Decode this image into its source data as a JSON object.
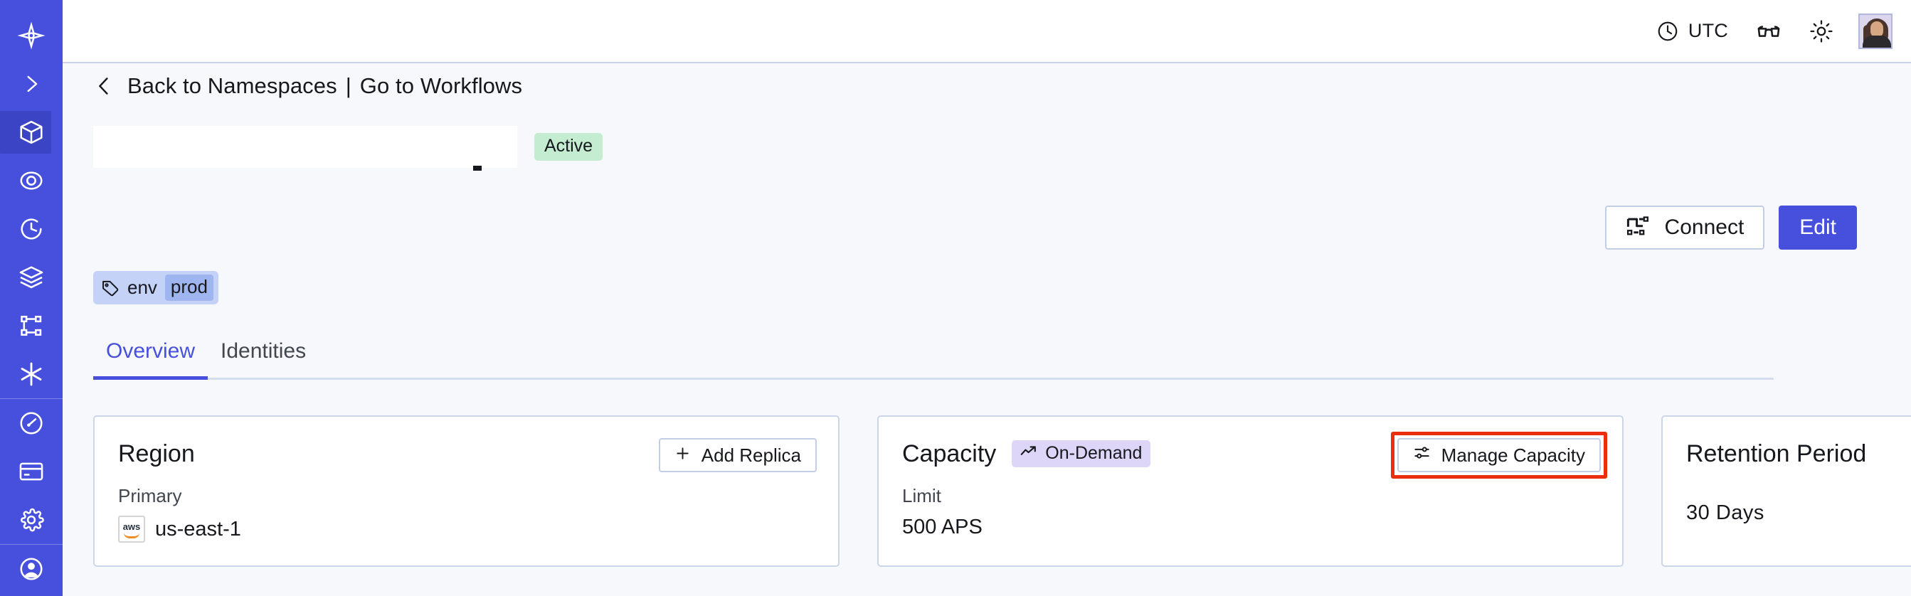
{
  "theme": {
    "brand": "#4750dd",
    "page_bg": "#f7f8fc",
    "card_border": "#ccd6ea",
    "status_green": "#c3ecd0",
    "tag_blue": "#c4d2f8",
    "badge_purple": "#ded6f8",
    "highlight_red": "#ec2d10"
  },
  "sidebar": {
    "items": [
      {
        "icon": "temporal-logo-icon",
        "label": "",
        "active": false
      },
      {
        "icon": "chevron-right-icon",
        "label": "",
        "active": false
      },
      {
        "icon": "namespaces-cube-icon",
        "label": "",
        "active": true
      },
      {
        "icon": "observability-eye-icon",
        "label": "",
        "active": false
      },
      {
        "icon": "schedules-clock-icon",
        "label": "",
        "active": false
      },
      {
        "icon": "layers-stack-icon",
        "label": "",
        "active": false
      },
      {
        "icon": "workflows-branch-icon",
        "label": "",
        "active": false
      },
      {
        "icon": "asterisk-icon",
        "label": "",
        "active": false
      }
    ],
    "items_lower": [
      {
        "icon": "usage-gauge-icon",
        "label": "",
        "active": false
      },
      {
        "icon": "billing-card-icon",
        "label": "",
        "active": false
      },
      {
        "icon": "settings-gear-icon",
        "label": "",
        "active": false
      }
    ],
    "items_footer": [
      {
        "icon": "account-avatar-icon",
        "label": "",
        "active": false
      }
    ]
  },
  "header": {
    "timezone_label": "UTC",
    "timezone_icon": "clock-icon",
    "docs_icon": "reading-glasses-icon",
    "theme_icon": "sun-icon",
    "avatar_icon": "user-avatar"
  },
  "breadcrumb": {
    "back_icon": "chevron-left-icon",
    "back_label": "Back to Namespaces",
    "separator": "|",
    "forward_label": "Go to Workflows"
  },
  "title": {
    "namespace_name": "",
    "redacted": true,
    "status": "Active"
  },
  "tags": [
    {
      "icon": "tag-icon",
      "key": "env",
      "value": "prod"
    }
  ],
  "actions": {
    "connect_label": "Connect",
    "connect_icon": "connect-flow-icon",
    "edit_label": "Edit"
  },
  "tabs": [
    {
      "label": "Overview",
      "active": true
    },
    {
      "label": "Identities",
      "active": false
    }
  ],
  "cards": {
    "region": {
      "title": "Region",
      "action_label": "Add Replica",
      "action_icon": "plus-icon",
      "field_label": "Primary",
      "provider_icon": "aws-logo",
      "provider_text": "aws",
      "value": "us-east-1"
    },
    "capacity": {
      "title": "Capacity",
      "badge_label": "On-Demand",
      "badge_icon": "trending-up-icon",
      "action_label": "Manage Capacity",
      "action_icon": "sliders-icon",
      "action_highlighted": true,
      "field_label": "Limit",
      "value": "500 APS"
    },
    "retention": {
      "title": "Retention Period",
      "value": "30 Days"
    }
  }
}
